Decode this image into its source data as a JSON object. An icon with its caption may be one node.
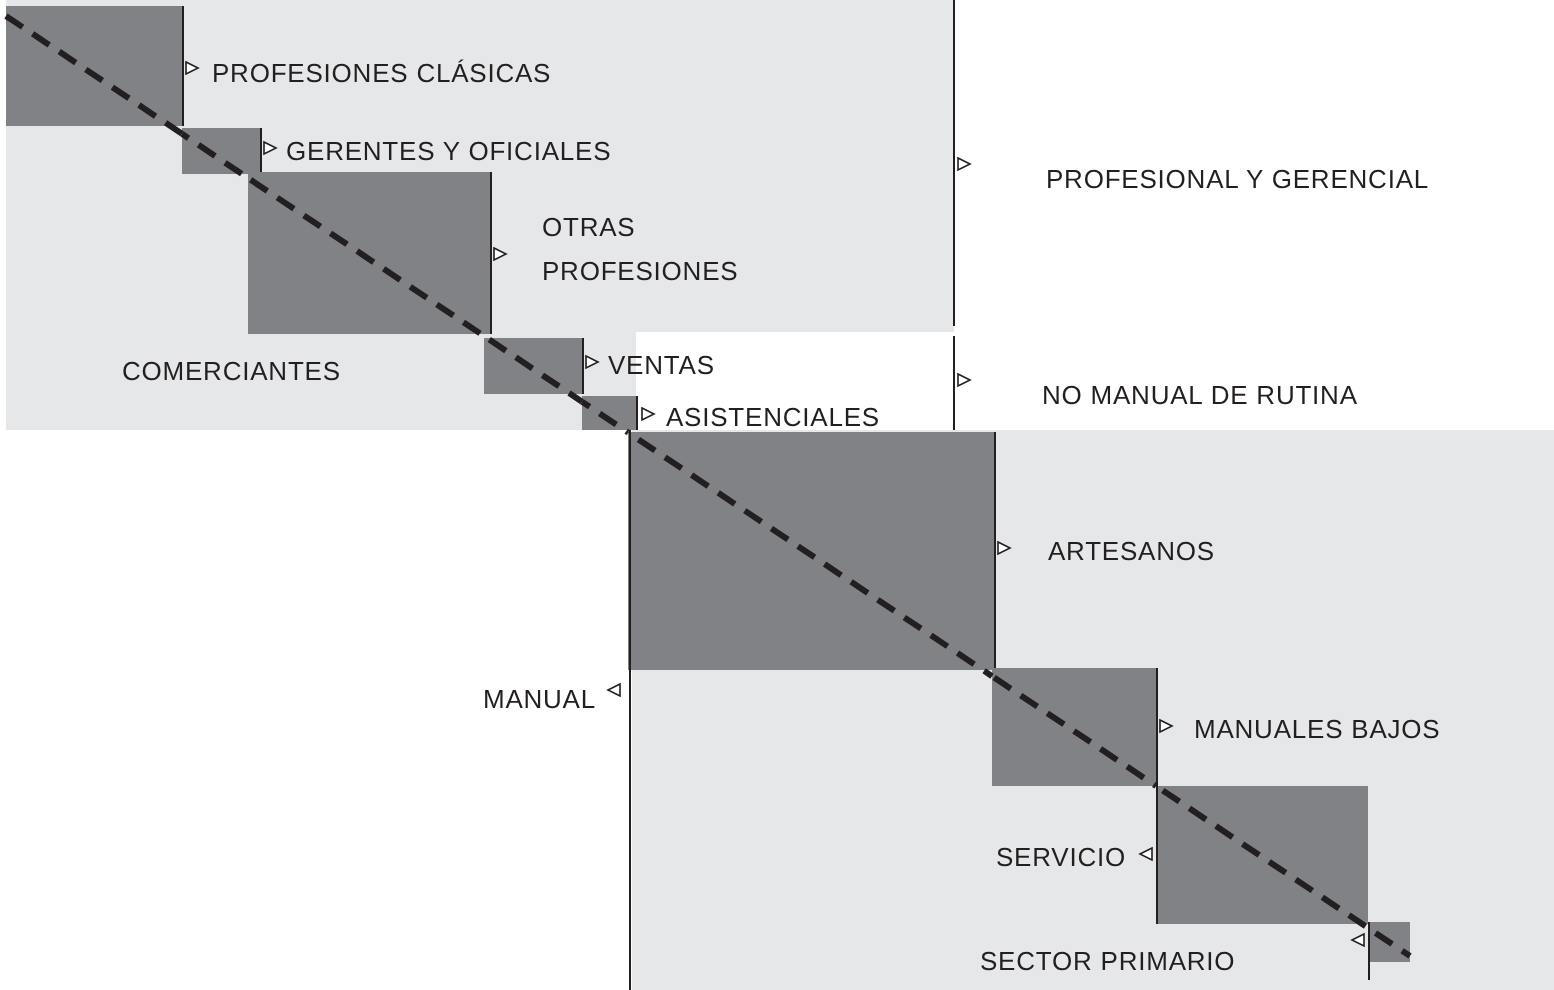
{
  "diagram": {
    "nodes": [
      {
        "text": [],
        "shape": "box"
      },
      {
        "text": [],
        "shape": "box"
      },
      {
        "text": [],
        "shape": "box"
      },
      {
        "text": [],
        "shape": "box"
      },
      {
        "text": [],
        "shape": "box"
      },
      {
        "text": [],
        "shape": "box"
      },
      {
        "text": [],
        "shape": "box"
      },
      {
        "text": [],
        "shape": "box"
      },
      {
        "text": [],
        "shape": "box"
      }
    ],
    "edges": [
      {
        "from": 0,
        "to": 1,
        "arrow": "none",
        "style": "dashed"
      },
      {
        "from": 1,
        "to": 2,
        "arrow": "none",
        "style": "dashed"
      },
      {
        "from": 2,
        "to": 3,
        "arrow": "none",
        "style": "dashed"
      },
      {
        "from": 3,
        "to": 4,
        "arrow": "none",
        "style": "dashed"
      },
      {
        "from": 4,
        "to": 5,
        "arrow": "none",
        "style": "dashed"
      },
      {
        "from": 5,
        "to": 6,
        "arrow": "none",
        "style": "dashed"
      },
      {
        "from": 6,
        "to": 7,
        "arrow": "none",
        "style": "dashed"
      },
      {
        "from": 7,
        "to": 8,
        "arrow": "none",
        "style": "dashed"
      }
    ],
    "labels": [
      "PROFESIONES CLÁSICAS",
      "GERENTES Y OFICIALES",
      "PROFESIONAL Y GERENCIAL",
      "OTRAS PROFESIONES",
      "COMERCIANTES",
      "VENTAS",
      "NO MANUAL DE RUTINA",
      "ASISTENCIALES",
      "ARTESANOS",
      "MANUAL",
      "MANUALES BAJOS",
      "SERVICIO",
      "SECTOR PRIMARIO"
    ]
  }
}
